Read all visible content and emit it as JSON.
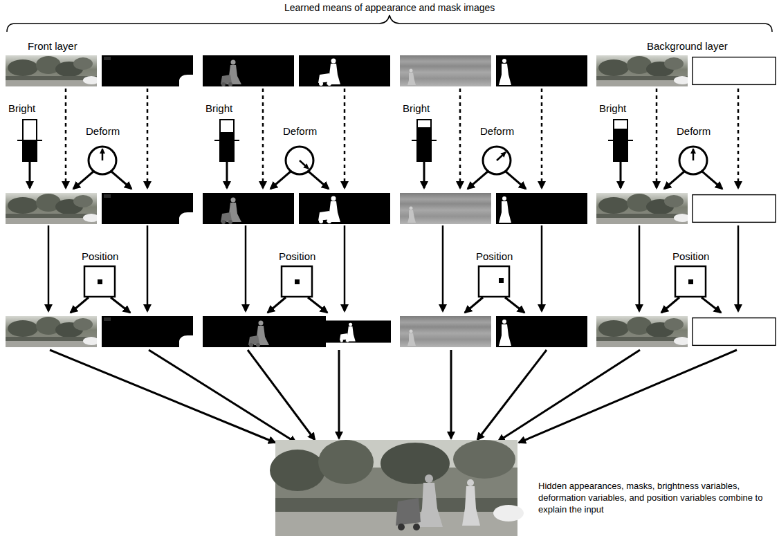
{
  "diagram": {
    "title": "Learned means of appearance and mask images",
    "labels": [
      "Front layer",
      "Background layer",
      "Bright",
      "Deform",
      "Position",
      "Bright",
      "Deform",
      "Position",
      "Bright",
      "Deform",
      "Position",
      "Bright",
      "Deform",
      "Position",
      "Hidden appearances, masks, brightness variables, deformation variables, and position variables combine to explain the input"
    ]
  }
}
